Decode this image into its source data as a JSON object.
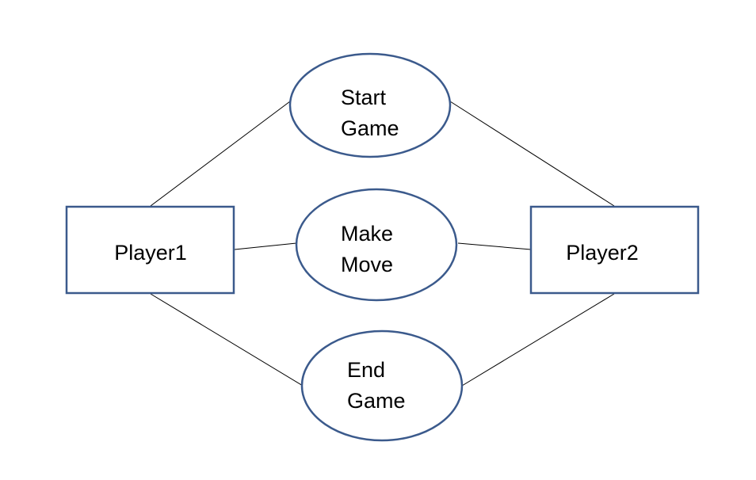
{
  "colors": {
    "shape_stroke": "#3b5a8c",
    "connector": "#000000",
    "background": "#ffffff",
    "text": "#000000"
  },
  "actors": [
    {
      "id": "player1",
      "label": "Player1"
    },
    {
      "id": "player2",
      "label": "Player2"
    }
  ],
  "use_cases": [
    {
      "id": "start-game",
      "lines": [
        "Start",
        "Game"
      ]
    },
    {
      "id": "make-move",
      "lines": [
        "Make",
        "Move"
      ]
    },
    {
      "id": "end-game",
      "lines": [
        "End",
        "Game"
      ]
    }
  ],
  "associations": [
    [
      "player1",
      "start-game"
    ],
    [
      "player1",
      "make-move"
    ],
    [
      "player1",
      "end-game"
    ],
    [
      "player2",
      "start-game"
    ],
    [
      "player2",
      "make-move"
    ],
    [
      "player2",
      "end-game"
    ]
  ]
}
